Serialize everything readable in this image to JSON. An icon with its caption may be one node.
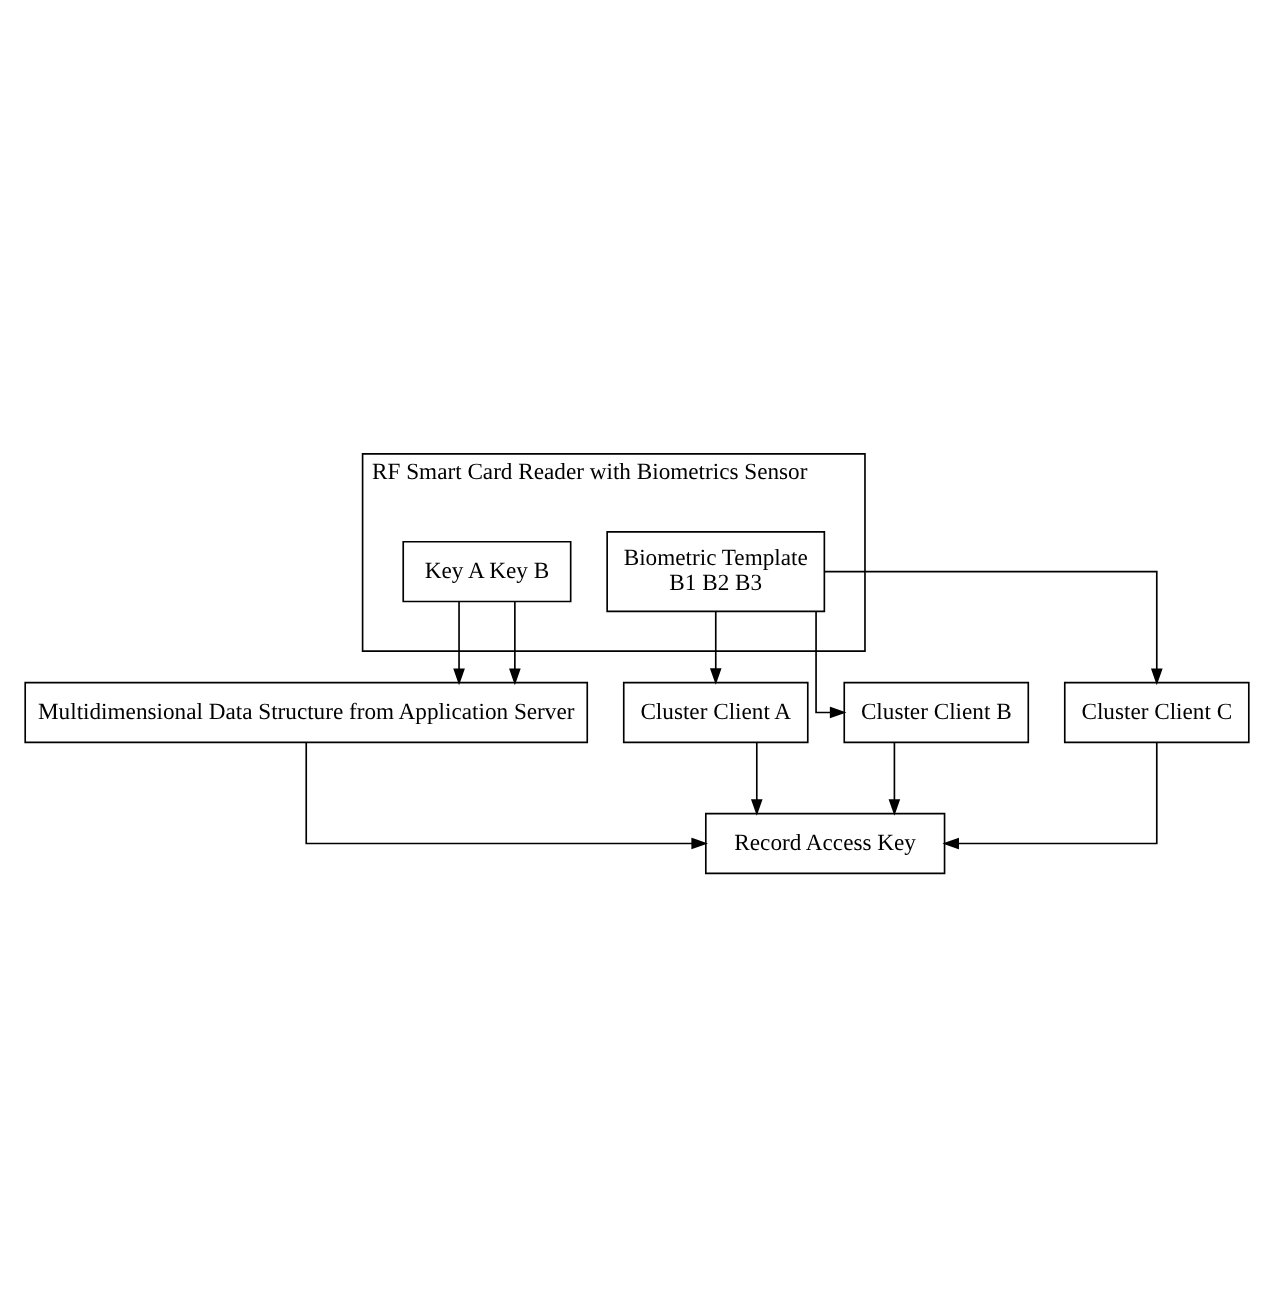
{
  "diagram": {
    "nodes": [
      {
        "text": [
          "RF Smart Card Reader with Biometrics Sensor"
        ]
      },
      {
        "text": [
          "Key A Key B"
        ],
        "in": 0
      },
      {
        "text": [
          "Biometric Template",
          "B1 B2 B3"
        ],
        "in": 0
      },
      {
        "text": [
          "Multidimensional Data Structure from Application Server"
        ]
      },
      {
        "text": [
          "Cluster Client A"
        ]
      },
      {
        "text": [
          "Cluster Client B"
        ]
      },
      {
        "text": [
          "Cluster Client C"
        ]
      },
      {
        "text": [
          "Record Access Key"
        ]
      }
    ],
    "edges": [
      {
        "from": 1,
        "to": 3,
        "arrow": "to"
      },
      {
        "from": 1,
        "to": 3,
        "arrow": "to"
      },
      {
        "from": 2,
        "to": 4,
        "arrow": "to"
      },
      {
        "from": 2,
        "to": 5,
        "arrow": "to"
      },
      {
        "from": 2,
        "to": 6,
        "arrow": "to"
      },
      {
        "from": 3,
        "to": 7,
        "arrow": "to"
      },
      {
        "from": 4,
        "to": 7,
        "arrow": "to"
      },
      {
        "from": 5,
        "to": 7,
        "arrow": "to"
      },
      {
        "from": 6,
        "to": 7,
        "arrow": "to"
      }
    ]
  }
}
